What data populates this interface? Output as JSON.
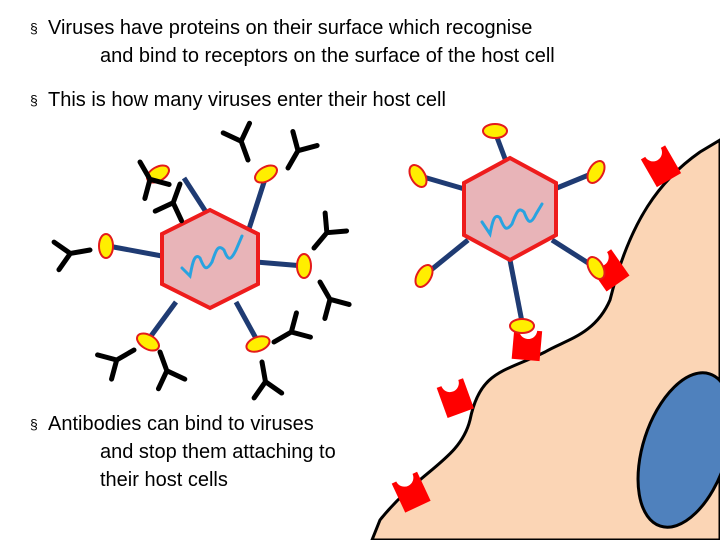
{
  "slide": {
    "bullets": [
      {
        "marker": "§",
        "line1": "Viruses have proteins on their surface which recognise",
        "line2": "and bind to receptors on the surface of the host cell"
      },
      {
        "marker": "§",
        "line1": "This is how many viruses enter their host cell"
      },
      {
        "marker": "§",
        "line1": "Antibodies can bind to viruses",
        "line2": "and stop them attaching to",
        "line3": "their host cells"
      }
    ]
  },
  "colors": {
    "capsid_fill": "#e8b4b8",
    "capsid_stroke": "#ee1c1c",
    "genome": "#29a3e0",
    "spike_stalk": "#1f3b73",
    "surface_protein_fill": "#ffee00",
    "surface_protein_stroke": "#e41b1b",
    "antibody": "#000000",
    "host_cell_fill": "#fbd5b5",
    "host_cell_stroke": "#000000",
    "receptor": "#ff0000",
    "nucleus_fill": "#4f81bd",
    "nucleus_stroke": "#000000"
  }
}
